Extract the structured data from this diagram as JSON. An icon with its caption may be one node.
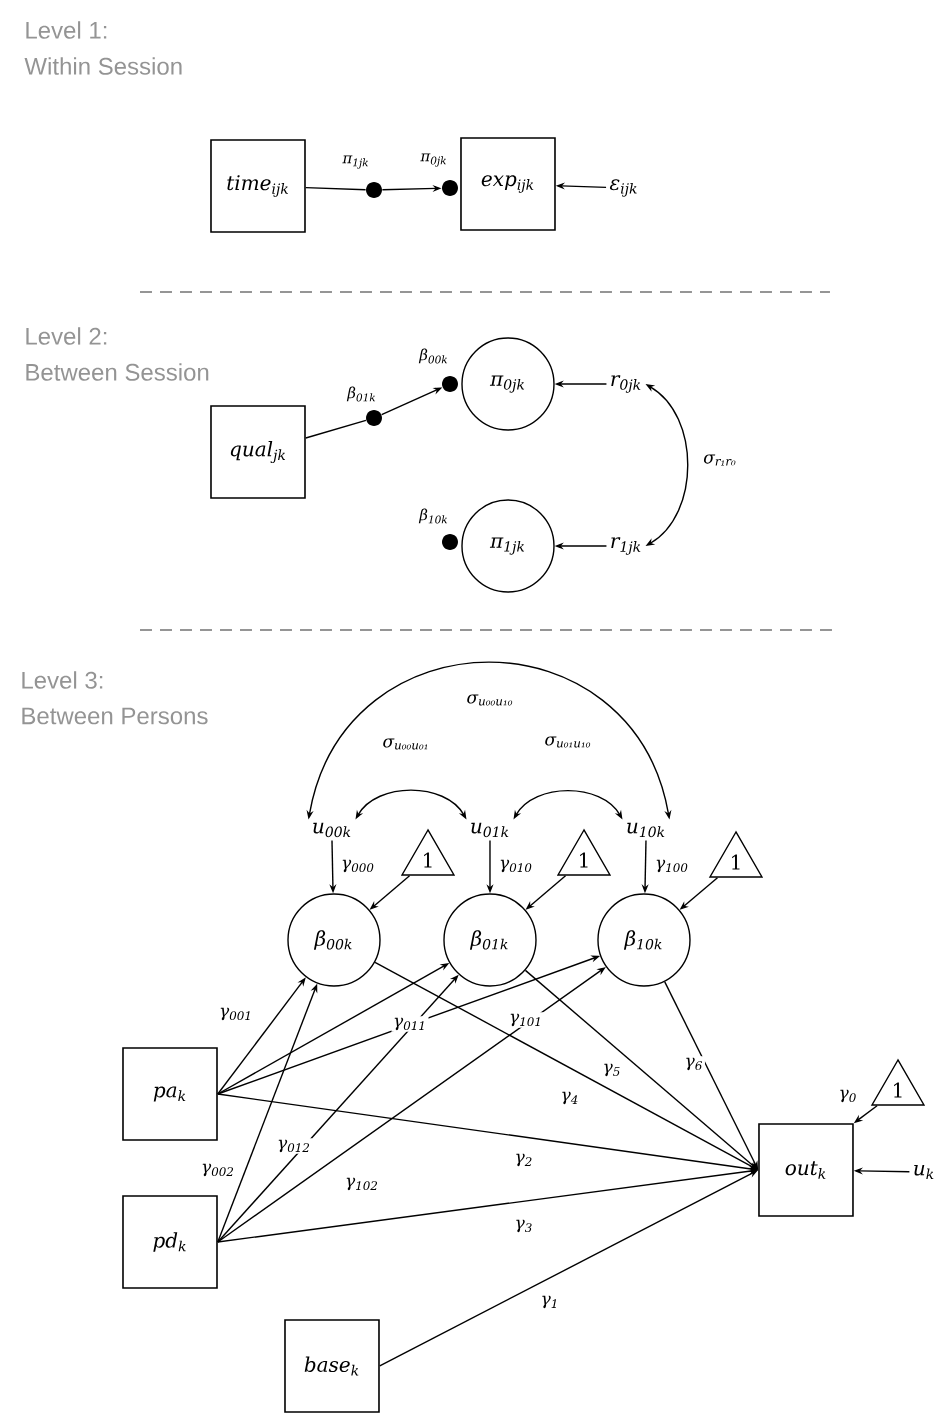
{
  "diagram": {
    "nodes": [
      {
        "text": [
          "time$_{ijk}$"
        ]
      },
      {
        "text": [],
        "shape": "circle",
        "beside": [
          "π$_{1jk}$"
        ]
      },
      {
        "text": [],
        "shape": "circle",
        "beside": [
          "π$_{0jk}$"
        ]
      },
      {
        "text": [
          "exp$_{ijk}$"
        ]
      },
      {
        "text": [
          "ε$_{ijk}$"
        ]
      },
      {
        "text": [
          "qual$_{jk}$"
        ]
      },
      {
        "text": [],
        "shape": "circle",
        "beside": [
          "β$_{01k}$"
        ]
      },
      {
        "text": [],
        "shape": "circle",
        "beside": [
          "β$_{00k}$"
        ]
      },
      {
        "text": [
          "π$_{0jk}$"
        ]
      },
      {
        "text": [
          "r$_{0jk}$"
        ]
      },
      {
        "text": [],
        "shape": "circle",
        "beside": [
          "β$_{10k}$"
        ]
      },
      {
        "text": [
          "π$_{1jk}$"
        ]
      },
      {
        "text": [
          "r$_{1jk}$"
        ]
      },
      {
        "text": [
          "u$_{00k}$"
        ]
      },
      {
        "text": [
          "u$_{01k}$"
        ]
      },
      {
        "text": [
          "u$_{10k}$"
        ]
      },
      {
        "text": [
          "1"
        ]
      },
      {
        "text": [
          "1"
        ]
      },
      {
        "text": [
          "1"
        ]
      },
      {
        "text": [
          "β$_{00k}$"
        ]
      },
      {
        "text": [
          "β$_{01k}$"
        ]
      },
      {
        "text": [
          "β$_{10k}$"
        ]
      },
      {
        "text": [
          "pa$_{k}$"
        ]
      },
      {
        "text": [
          "pd$_{k}$"
        ]
      },
      {
        "text": [
          "base$_{k}$"
        ]
      },
      {
        "text": [
          "out$_{k}$"
        ]
      },
      {
        "text": [
          "1"
        ]
      },
      {
        "text": [
          "u$_{k}$"
        ]
      }
    ],
    "edges": [
      {
        "from": 0,
        "to": 1,
        "arrow": "none"
      },
      {
        "from": 1,
        "to": 2,
        "arrow": "to"
      },
      {
        "from": 4,
        "to": 3,
        "arrow": "to"
      },
      {
        "from": 5,
        "to": 6,
        "arrow": "none"
      },
      {
        "from": 6,
        "to": 7,
        "arrow": "to"
      },
      {
        "from": 9,
        "to": 8,
        "arrow": "to"
      },
      {
        "from": 12,
        "to": 11,
        "arrow": "to"
      },
      {
        "from": 9,
        "to": 12,
        "arrow": "both",
        "label": "σ$_{r₁r₀}$"
      },
      {
        "from": 13,
        "to": 14,
        "arrow": "both",
        "label": "σ$_{u₀₀u₀₁}$"
      },
      {
        "from": 14,
        "to": 15,
        "arrow": "both",
        "label": "σ$_{u₀₁u₁₀}$"
      },
      {
        "from": 13,
        "to": 15,
        "arrow": "both",
        "label": "σ$_{u₀₀u₁₀}$"
      },
      {
        "from": 13,
        "to": 19,
        "arrow": "to",
        "label": "γ$_{000}$"
      },
      {
        "from": 14,
        "to": 20,
        "arrow": "to",
        "label": "γ$_{010}$"
      },
      {
        "from": 15,
        "to": 21,
        "arrow": "to",
        "label": "γ$_{100}$"
      },
      {
        "from": 16,
        "to": 19,
        "arrow": "to"
      },
      {
        "from": 17,
        "to": 20,
        "arrow": "to"
      },
      {
        "from": 18,
        "to": 21,
        "arrow": "to"
      },
      {
        "from": 22,
        "to": 19,
        "arrow": "to",
        "label": "γ$_{001}$"
      },
      {
        "from": 22,
        "to": 20,
        "arrow": "to",
        "label": "γ$_{011}$"
      },
      {
        "from": 22,
        "to": 21,
        "arrow": "to",
        "label": "γ$_{101}$"
      },
      {
        "from": 22,
        "to": 25,
        "arrow": "to",
        "label": "γ$_{2}$"
      },
      {
        "from": 23,
        "to": 19,
        "arrow": "to",
        "label": "γ$_{002}$"
      },
      {
        "from": 23,
        "to": 20,
        "arrow": "to",
        "label": "γ$_{012}$"
      },
      {
        "from": 23,
        "to": 21,
        "arrow": "to",
        "label": "γ$_{102}$"
      },
      {
        "from": 23,
        "to": 25,
        "arrow": "to",
        "label": "γ$_{3}$"
      },
      {
        "from": 24,
        "to": 25,
        "arrow": "to",
        "label": "γ$_{1}$"
      },
      {
        "from": 19,
        "to": 25,
        "arrow": "to",
        "label": "γ$_{4}$"
      },
      {
        "from": 20,
        "to": 25,
        "arrow": "to",
        "label": "γ$_{5}$"
      },
      {
        "from": 21,
        "to": 25,
        "arrow": "to",
        "label": "γ$_{6}$"
      },
      {
        "from": 26,
        "to": 25,
        "arrow": "to",
        "label": "γ$_{0}$"
      },
      {
        "from": 27,
        "to": 25,
        "arrow": "to"
      }
    ],
    "labels": [
      "Level 1:",
      "Within Session",
      "Level 2:",
      "Between Session",
      "Level 3:",
      "Between Persons"
    ]
  }
}
